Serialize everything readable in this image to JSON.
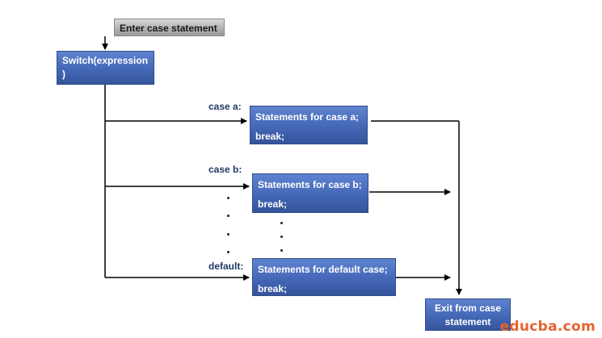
{
  "start": {
    "label": "Enter case statement"
  },
  "switch_box": {
    "line1": "Switch(expression",
    "line2": ")"
  },
  "cases": [
    {
      "label": "case a:",
      "statement": "Statements for case a;",
      "break_text": "break;"
    },
    {
      "label": "case b:",
      "statement": "Statements for case b;",
      "break_text": "break;"
    },
    {
      "label": "default:",
      "statement": "Statements for default case;",
      "break_text": "break;"
    }
  ],
  "exit_box": {
    "line1": "Exit from case",
    "line2": "statement"
  },
  "watermark": "educba.com",
  "colors": {
    "box_blue": "#4468b7",
    "start_gray": "#b5b5b5",
    "label_navy": "#1f3a66",
    "watermark_orange": "#e8632e",
    "lines": "#000000"
  }
}
